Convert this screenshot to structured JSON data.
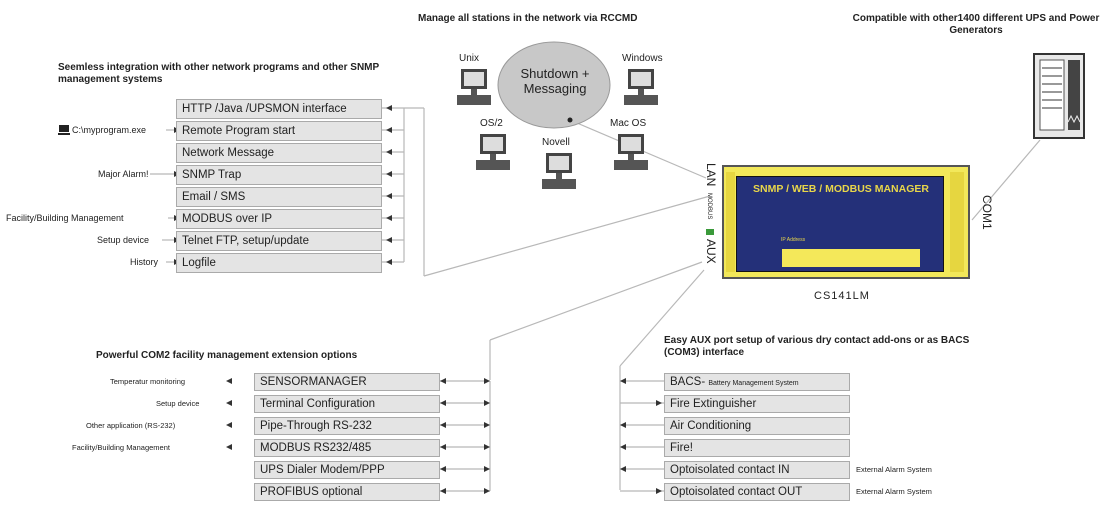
{
  "headings": {
    "rccmd": "Manage all stations in the network via RCCMD",
    "compatible": "Compatible with other1400 different UPS and Power Generators",
    "seamless": "Seemless integration with other network programs and other SNMP management systems",
    "com2": "Powerful COM2 facility management extension options",
    "aux": "Easy AUX port setup of various dry contact add-ons or as BACS (COM3) interface"
  },
  "network": {
    "cloud_label": "Shutdown + Messaging",
    "stations": [
      "Unix",
      "Windows",
      "OS/2",
      "Novell",
      "Mac OS"
    ]
  },
  "device": {
    "screen_title": "SNMP / WEB / MODBUS MANAGER",
    "screen_ip": "IP Address",
    "caption": "CS141LM",
    "port_lan": "LAN",
    "port_modbus": "MODBUS",
    "port_aux": "AUX",
    "port_com1": "COM1"
  },
  "left_list": [
    {
      "label": "HTTP /Java /UPSMON interface",
      "side": ""
    },
    {
      "label": "Remote Program start",
      "side": "C:\\myprogram.exe"
    },
    {
      "label": "Network Message",
      "side": ""
    },
    {
      "label": "SNMP Trap",
      "side": "Major Alarm!"
    },
    {
      "label": "Email / SMS",
      "side": ""
    },
    {
      "label": "MODBUS over IP",
      "side": "Facility/Building Management"
    },
    {
      "label": "Telnet FTP, setup/update",
      "side": "Setup device"
    },
    {
      "label": "Logfile",
      "side": "History"
    }
  ],
  "com2_list": [
    {
      "label": "SENSORMANAGER",
      "side": "Temperatur monitoring"
    },
    {
      "label": "Terminal Configuration",
      "side": "Setup device"
    },
    {
      "label": "Pipe-Through RS-232",
      "side": "Other application (RS-232)"
    },
    {
      "label": "MODBUS RS232/485",
      "side": "Facility/Building Management"
    },
    {
      "label": "UPS Dialer Modem/PPP",
      "side": ""
    },
    {
      "label": "PROFIBUS optional",
      "side": ""
    }
  ],
  "aux_list": [
    {
      "label": "BACS-",
      "sub": "Battery Management System",
      "side": ""
    },
    {
      "label": "Fire Extinguisher",
      "sub": "",
      "side": ""
    },
    {
      "label": "Air Conditioning",
      "sub": "",
      "side": ""
    },
    {
      "label": "Fire!",
      "sub": "",
      "side": ""
    },
    {
      "label": "Optoisolated contact IN",
      "sub": "",
      "side": "External Alarm System"
    },
    {
      "label": "Optoisolated contact OUT",
      "sub": "",
      "side": "External Alarm System"
    }
  ],
  "colors": {
    "box_fill": "#e4e4e4",
    "device_body": "#f2e85a",
    "device_screen": "#243079",
    "cloud": "#c8c8c8"
  }
}
